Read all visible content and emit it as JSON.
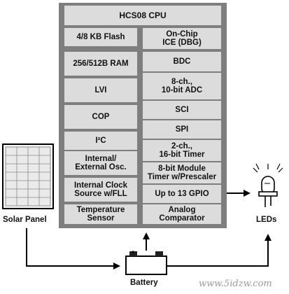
{
  "cpu": {
    "title": "HCS08 CPU"
  },
  "left_blocks": [
    "4/8 KB Flash",
    "256/512B RAM",
    "LVI",
    "COP",
    "I²C",
    "Internal/\nExternal Osc.",
    "Internal Clock\nSource w/FLL",
    "Temperature\nSensor"
  ],
  "right_blocks": [
    "On-Chip\nICE (DBG)",
    "BDC",
    "8-ch.,\n10-bit ADC",
    "SCI",
    "SPI",
    "2-ch.,\n16-bit Timer",
    "8-bit Module\nTimer w/Prescaler",
    "Up to 13 GPIO",
    "Analog\nComparator"
  ],
  "external": {
    "solar_panel": "Solar Panel",
    "battery": "Battery",
    "leds": "LEDs"
  },
  "watermark": "www.5idzw.com"
}
